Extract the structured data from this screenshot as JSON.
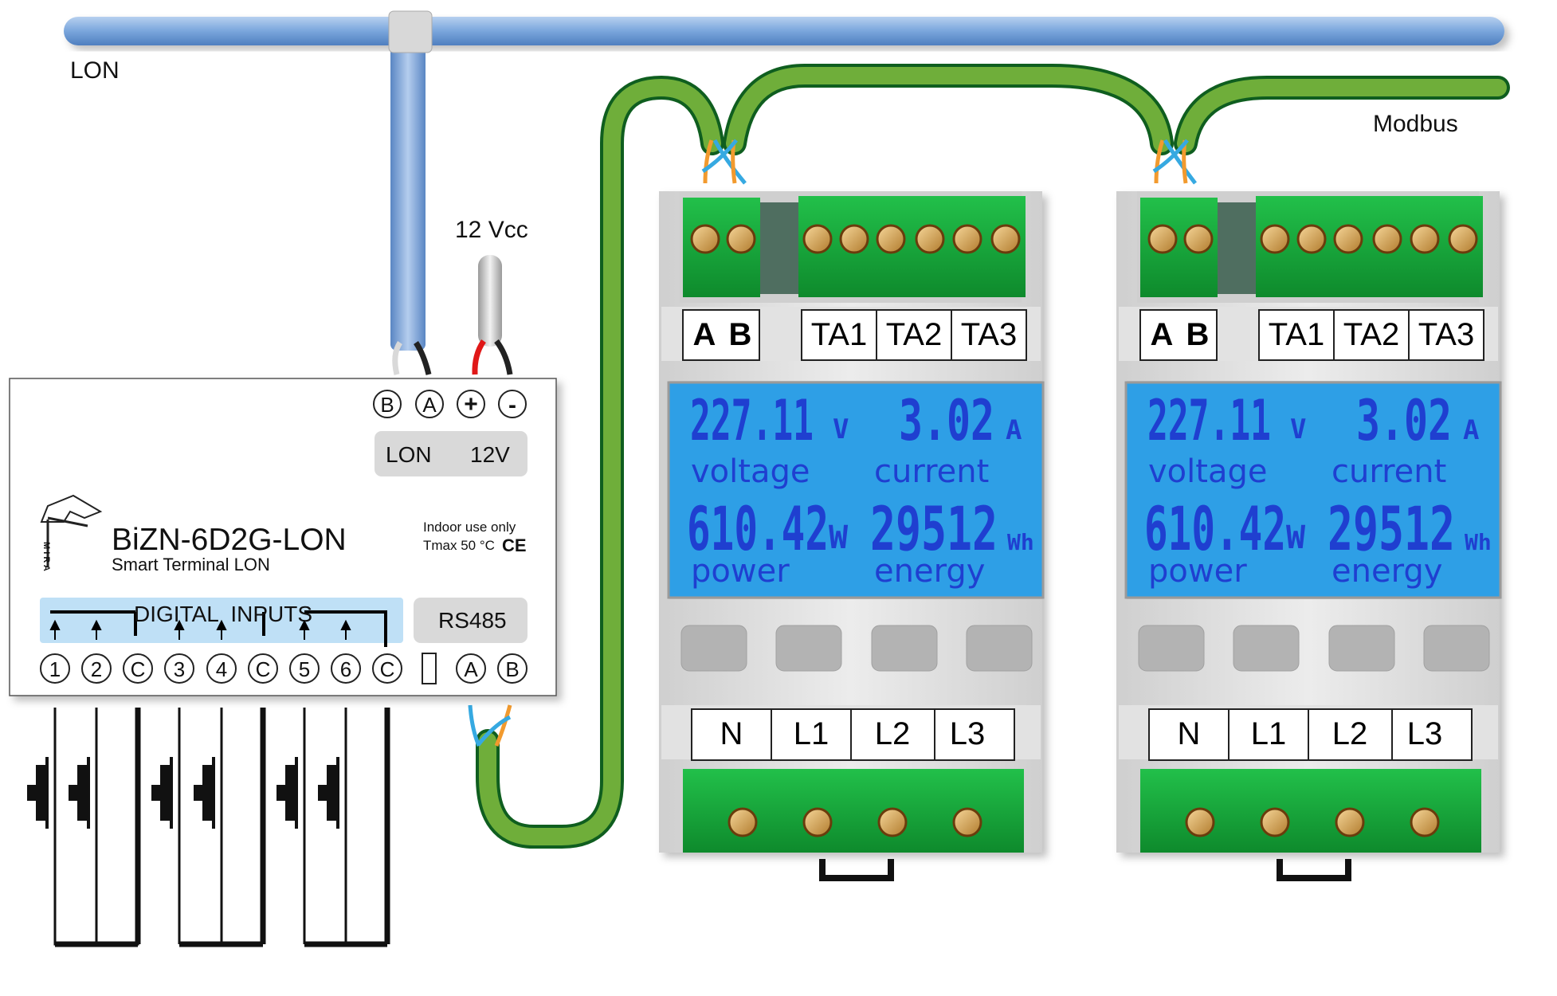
{
  "bus_labels": {
    "lon": "LON",
    "modbus": "Modbus",
    "supply": "12 Vcc"
  },
  "module": {
    "model": "BiZN-6D2G-LON",
    "subtitle": "Smart Terminal LON",
    "logo_text": "MIRA",
    "notice_line1": "Indoor use only",
    "notice_line2": "Tmax 50 °C",
    "ce_mark": "CE",
    "top_terminals": [
      "B",
      "A",
      "+",
      "-"
    ],
    "lon_label": "LON",
    "v12_label": "12V",
    "digital_inputs_label": "DIGITAL  INPUTS",
    "rs485_label": "RS485",
    "bottom_terminals": [
      "1",
      "2",
      "C",
      "3",
      "4",
      "C",
      "5",
      "6",
      "C",
      "A",
      "B"
    ]
  },
  "meters": [
    {
      "top_labels": [
        "A",
        "B",
        "TA1",
        "TA2",
        "TA3"
      ],
      "voltage_value": "227.11",
      "voltage_unit": "V",
      "voltage_label": "voltage",
      "current_value": "3.02",
      "current_unit": "A",
      "current_label": "current",
      "power_value": "610.42",
      "power_unit": "W",
      "power_label": "power",
      "energy_value": "29512",
      "energy_unit": "Wh",
      "energy_label": "energy",
      "bottom_labels": [
        "N",
        "L1",
        "L2",
        "L3"
      ]
    },
    {
      "top_labels": [
        "A",
        "B",
        "TA1",
        "TA2",
        "TA3"
      ],
      "voltage_value": "227.11",
      "voltage_unit": "V",
      "voltage_label": "voltage",
      "current_value": "3.02",
      "current_unit": "A",
      "current_label": "current",
      "power_value": "610.42",
      "power_unit": "W",
      "power_label": "power",
      "energy_value": "29512",
      "energy_unit": "Wh",
      "energy_label": "energy",
      "bottom_labels": [
        "N",
        "L1",
        "L2",
        "L3"
      ]
    }
  ],
  "colors": {
    "lon_cable": "#7aa6dc",
    "modbus_cable": "#6fae3a",
    "terminal_green": "#16a83a",
    "lcd_background": "#2e9fe6",
    "lcd_text": "#1f3fd0",
    "wire_orange": "#f29a2e",
    "wire_blue": "#36a9e1"
  }
}
